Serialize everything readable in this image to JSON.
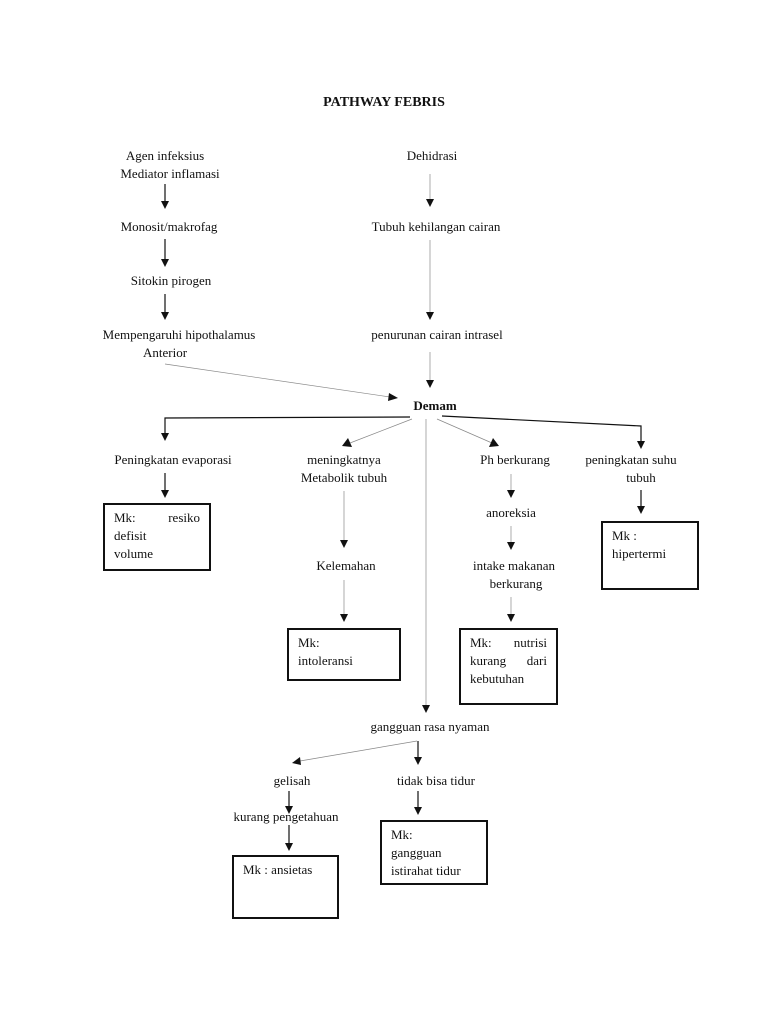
{
  "title": "PATHWAY FEBRIS",
  "nodes": {
    "agen_infeksius": "Agen infeksius",
    "mediator_inflamasi": "Mediator inflamasi",
    "monosit": "Monosit/makrofag",
    "sitokin": "Sitokin pirogen",
    "hipothalamus_1": "Mempengaruhi hipothalamus",
    "hipothalamus_2": "Anterior",
    "dehidrasi": "Dehidrasi",
    "kehilangan_cairan": "Tubuh kehilangan cairan",
    "penurunan_cairan": "penurunan cairan intrasel",
    "demam": "Demam",
    "evaporasi": "Peningkatan evaporasi",
    "metabolik_1": "meningkatnya",
    "metabolik_2": "Metabolik tubuh",
    "ph": "Ph berkurang",
    "suhu_1": "peningkatan suhu",
    "suhu_2": "tubuh",
    "anoreksia": "anoreksia",
    "intake_1": "intake makanan",
    "intake_2": "berkurang",
    "kelemahan": "Kelemahan",
    "gangguan_nyaman": "gangguan rasa nyaman",
    "gelisah": "gelisah",
    "tidak_tidur": "tidak bisa tidur",
    "kurang_pengetahuan": "kurang pengetahuan"
  },
  "diagnoses": {
    "defisit_volume": [
      "Mk:      resiko",
      "defisit",
      "volume"
    ],
    "hipertermi": [
      "Mk :",
      "hipertermi"
    ],
    "intoleransi": [
      "Mk:",
      "intoleransi"
    ],
    "nutrisi": [
      "Mk:    nutrisi",
      "kurang    dari",
      "kebutuhan"
    ],
    "ansietas": [
      "Mk : ansietas"
    ],
    "istirahat": [
      "Mk:",
      "gangguan",
      "istirahat tidur"
    ]
  }
}
